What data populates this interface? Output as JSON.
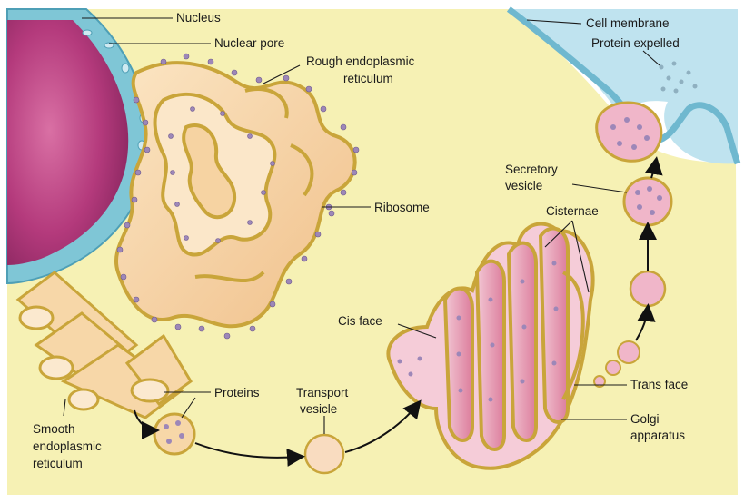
{
  "labels": {
    "nucleus": "Nucleus",
    "nuclear_pore": "Nuclear pore",
    "rough_er_1": "Rough endoplasmic",
    "rough_er_2": "reticulum",
    "ribosome": "Ribosome",
    "proteins": "Proteins",
    "smooth_er_1": "Smooth",
    "smooth_er_2": "endoplasmic",
    "smooth_er_3": "reticulum",
    "transport_1": "Transport",
    "transport_2": "vesicle",
    "cis_face": "Cis face",
    "cisternae": "Cisternae",
    "secretory_1": "Secretory",
    "secretory_2": "vesicle",
    "cell_membrane": "Cell membrane",
    "protein_expelled": "Protein expelled",
    "trans_face": "Trans face",
    "golgi_1": "Golgi",
    "golgi_2": "apparatus"
  },
  "colors": {
    "cytoplasm": "#f6f1b4",
    "nucleus": "#a8306f",
    "nuclear_envelope": "#7fc6d6",
    "extracellular": "#bfe3ef",
    "er_fill": "#f7d7a8",
    "er_edge": "#c9a53a",
    "golgi_fill": "#e7a0b6",
    "vesicle_pink": "#f0b6c9",
    "ribosome": "#9d87b8"
  }
}
